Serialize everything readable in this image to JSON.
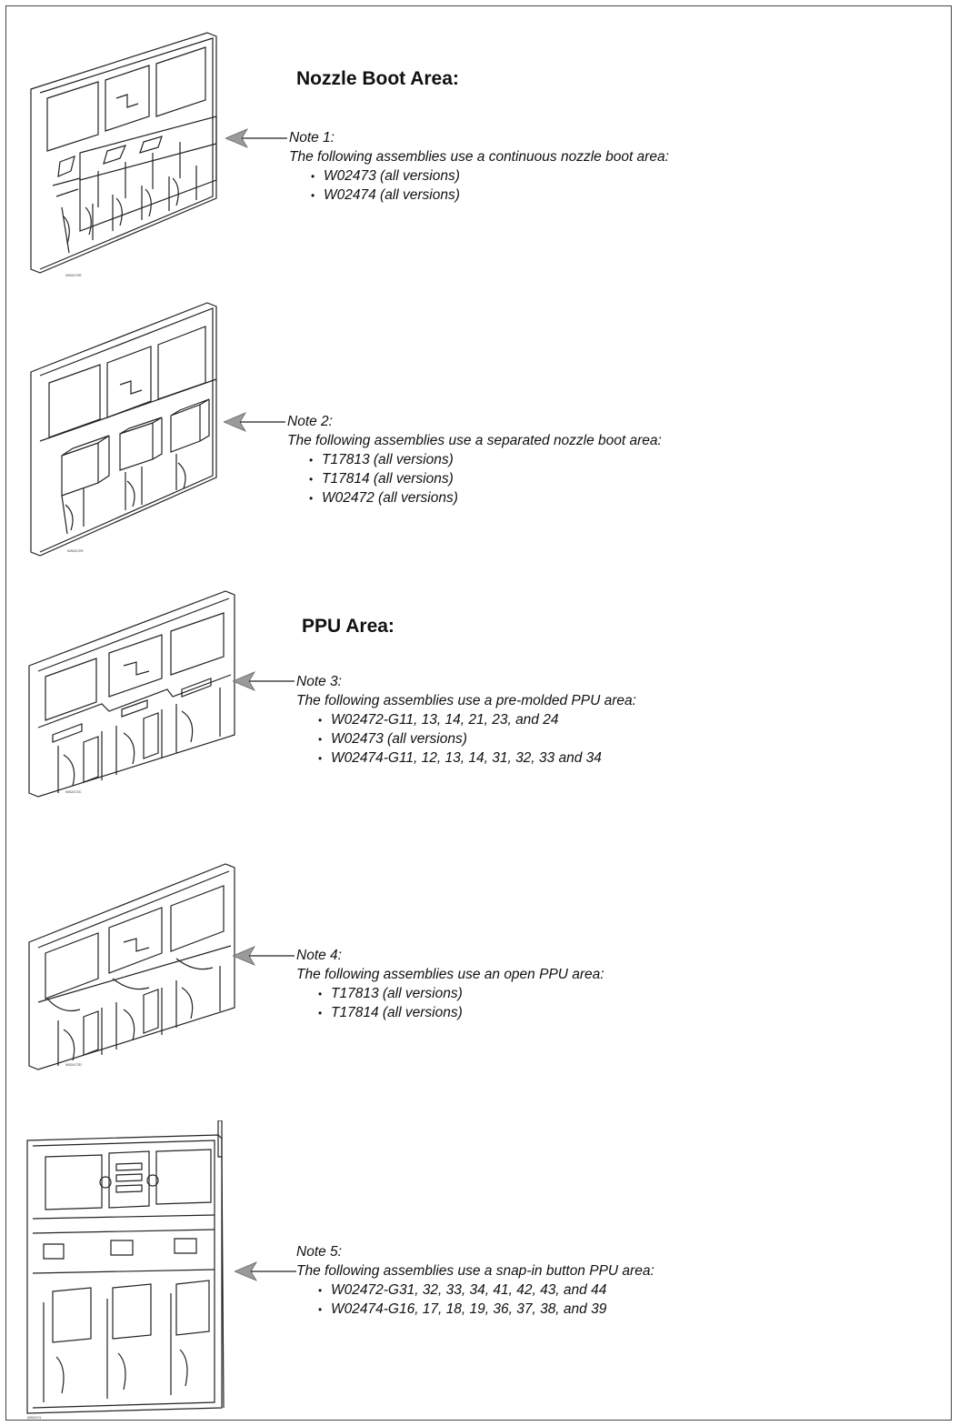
{
  "sections": {
    "nozzle_heading": "Nozzle Boot Area:",
    "ppu_heading": "PPU Area:"
  },
  "notes": [
    {
      "title": "Note 1:",
      "text": "The following assemblies use a continuous nozzle boot area:",
      "items": [
        "W02473 (all versions)",
        "W02474 (all versions)"
      ]
    },
    {
      "title": "Note 2:",
      "text": "The following assemblies use a separated nozzle boot area:",
      "items": [
        "T17813 (all versions)",
        "T17814 (all versions)",
        "W02472 (all versions)"
      ]
    },
    {
      "title": "Note 3:",
      "text": "The following assemblies use a pre-molded PPU area:",
      "items": [
        "W02472-G11, 13, 14, 21, 23, and 24",
        "W02473 (all versions)",
        "W02474-G11, 12, 13, 14, 31, 32, 33 and 34"
      ]
    },
    {
      "title": "Note 4:",
      "text": "The following assemblies use an open PPU area:",
      "items": [
        "T17813 (all versions)",
        "T17814 (all versions)"
      ]
    },
    {
      "title": "Note 5:",
      "text": "The following assemblies use a snap-in button PPU area:",
      "items": [
        "W02472-G31, 32, 33, 34, 41, 42, 43, and 44",
        "W02474-G16, 17, 18, 19, 36, 37, 38, and 39"
      ]
    }
  ],
  "colors": {
    "line": "#222222",
    "arrow": "#9a9a9a",
    "frame": "#444444"
  },
  "icons": [
    "arrow-pointer-icon"
  ]
}
